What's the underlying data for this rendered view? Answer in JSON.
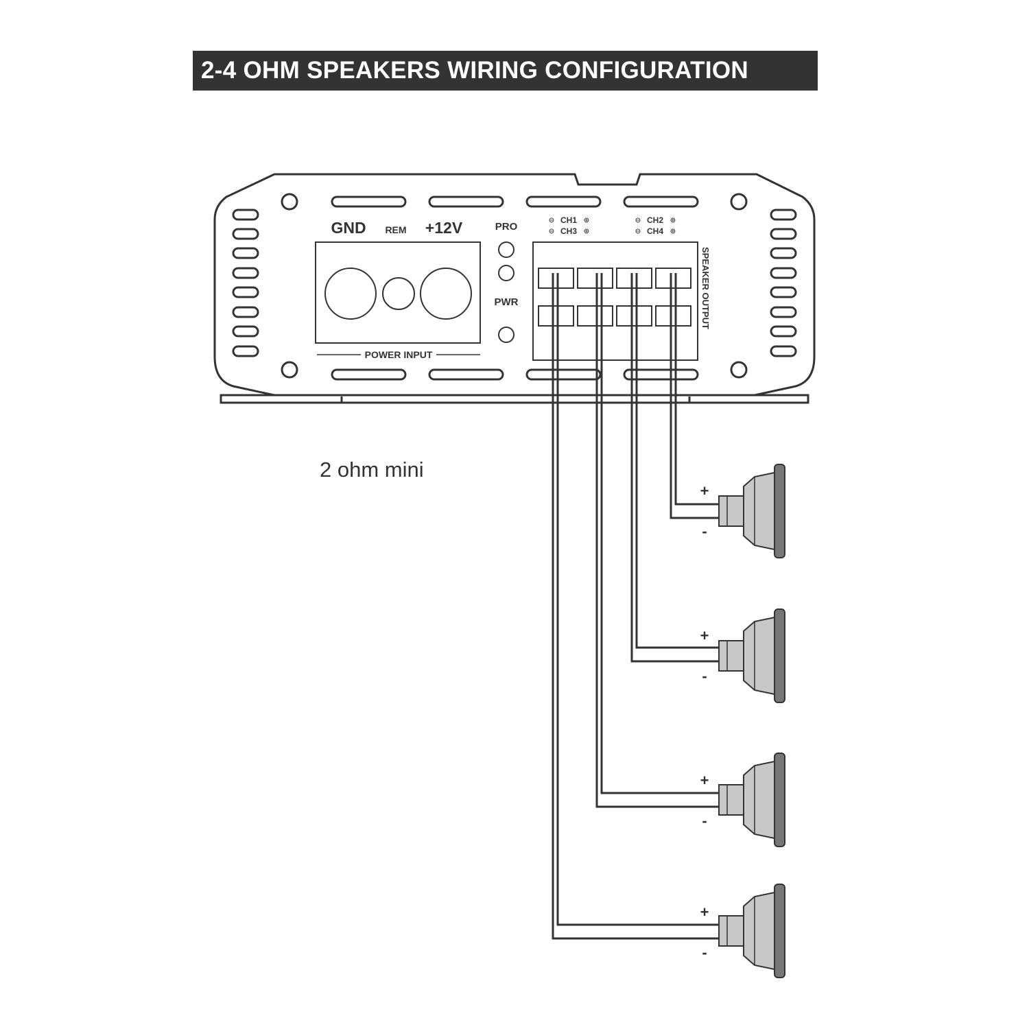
{
  "title": "2-4 OHM SPEAKERS WIRING CONFIGURATION",
  "note": "2 ohm mini",
  "amplifier": {
    "power_labels": {
      "gnd": "GND",
      "rem": "REM",
      "v12": "+12V"
    },
    "power_input_label": "POWER INPUT",
    "indicators": {
      "pro": "PRO",
      "pwr": "PWR"
    },
    "channel_groups": [
      {
        "top": "CH1",
        "bottom": "CH3"
      },
      {
        "top": "CH2",
        "bottom": "CH4"
      }
    ],
    "minus_symbol": "⊖",
    "plus_symbol": "⊕",
    "speaker_output_label": "SPEAKER OUTPUT"
  },
  "speakers": [
    {
      "plus": "+",
      "minus": "-"
    },
    {
      "plus": "+",
      "minus": "-"
    },
    {
      "plus": "+",
      "minus": "-"
    },
    {
      "plus": "+",
      "minus": "-"
    }
  ],
  "colors": {
    "ink": "#333333",
    "banner": "#333333",
    "speaker_fill": "#c8c8c8",
    "speaker_rim": "#777777"
  }
}
